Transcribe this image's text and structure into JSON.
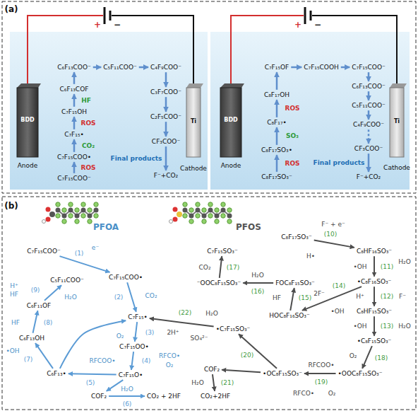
{
  "diagram": {
    "nodes": [
      {
        "text": [
          "C₇F₁₅COO⁻"
        ]
      },
      {
        "text": [
          "C₇F₁₅COO•"
        ]
      },
      {
        "text": [
          "C₇F₁₅•"
        ]
      },
      {
        "text": [
          "C₇F₁₅OH"
        ]
      },
      {
        "text": [
          "C₆F₁₃COF"
        ]
      },
      {
        "text": [
          "C₆F₁₃COO⁻"
        ]
      },
      {
        "text": [
          "C₅F₁₁COO⁻"
        ]
      },
      {
        "text": [
          "C₄F₉COO⁻"
        ]
      },
      {
        "text": [
          "C₃F₇COO⁻"
        ]
      },
      {
        "text": [
          "C₂F₅COO⁻"
        ]
      },
      {
        "text": [
          "CF₃COO⁻"
        ]
      },
      {
        "text": [
          "F⁻+CO₂"
        ]
      },
      {
        "text": [
          "C₈F₁₇SO₃⁻"
        ]
      },
      {
        "text": [
          "C₈F₁₇SO₃•"
        ]
      },
      {
        "text": [
          "C₈F₁₇•"
        ]
      },
      {
        "text": [
          "C₈F₁₇OH"
        ]
      },
      {
        "text": [
          "C₇F₁₅OF"
        ]
      },
      {
        "text": [
          "C₇F₁₅COOH"
        ]
      },
      {
        "text": [
          "C₇F₁₅COO⁻"
        ]
      },
      {
        "text": [
          "C₆F₁₃COO⁻"
        ]
      },
      {
        "text": [
          "C₅F₁₁COO⁻"
        ]
      },
      {
        "text": [
          "C₄F₉COO⁻"
        ]
      },
      {
        "text": [
          "CF₃COO⁻"
        ]
      },
      {
        "text": [
          "F⁻+CO₂"
        ]
      },
      {
        "text": [
          "C₇F₁₅COO⁻"
        ]
      },
      {
        "text": [
          "C₇F₁₅COO•"
        ]
      },
      {
        "text": [
          "C₇F₁₅•"
        ]
      },
      {
        "text": [
          "C₇F₁₅OO•"
        ]
      },
      {
        "text": [
          "C₇F₁₅O•"
        ]
      },
      {
        "text": [
          "C₆F₁₃•"
        ]
      },
      {
        "text": [
          "COF₂"
        ]
      },
      {
        "text": [
          "CO₂ + 2HF"
        ]
      },
      {
        "text": [
          "C₆F₁₃OH"
        ]
      },
      {
        "text": [
          "C₆F₁₁OF"
        ]
      },
      {
        "text": [
          "C₅F₁₁COO⁻"
        ]
      },
      {
        "text": [
          "C₈F₁₇SO₃⁻"
        ]
      },
      {
        "text": [
          "C₈HF₁₆SO₃⁻"
        ]
      },
      {
        "text": [
          "•C₈F₁₆SO₃⁻"
        ]
      },
      {
        "text": [
          "C₈HF₁₅SO₃⁻"
        ]
      },
      {
        "text": [
          "•C₈F₁₅SO₃⁻"
        ]
      },
      {
        "text": [
          "•OOC₈F₁₅SO₃⁻"
        ]
      },
      {
        "text": [
          "•OC₈F₁₅SO₃⁻"
        ]
      },
      {
        "text": [
          "•C₇F₁₅SO₃⁻"
        ]
      },
      {
        "text": [
          "COF₂"
        ]
      },
      {
        "text": [
          "CO₂+2HF"
        ]
      },
      {
        "text": [
          "HOC₈F₁₆SO₃⁻"
        ]
      },
      {
        "text": [
          "FOC₈F₁₅SO₃⁻"
        ]
      },
      {
        "text": [
          "⁻OOC₈F₁₅SO₃⁻"
        ]
      },
      {
        "text": [
          "C₇F₁₅SO₃⁻"
        ]
      }
    ],
    "edges": [
      {
        "from": 0,
        "to": 1,
        "arrow": "to",
        "label": "ROS"
      },
      {
        "from": 1,
        "to": 2,
        "arrow": "to",
        "label": "CO₂"
      },
      {
        "from": 2,
        "to": 3,
        "arrow": "to",
        "label": "ROS"
      },
      {
        "from": 3,
        "to": 4,
        "arrow": "to",
        "label": "HF"
      },
      {
        "from": 4,
        "to": 5,
        "arrow": "to"
      },
      {
        "from": 5,
        "to": 6,
        "arrow": "to"
      },
      {
        "from": 6,
        "to": 7,
        "arrow": "to"
      },
      {
        "from": 7,
        "to": 8,
        "arrow": "to"
      },
      {
        "from": 8,
        "to": 9,
        "arrow": "to"
      },
      {
        "from": 9,
        "to": 10,
        "arrow": "to"
      },
      {
        "from": 10,
        "to": 11,
        "arrow": "to",
        "label": "Final products"
      },
      {
        "from": 12,
        "to": 13,
        "arrow": "to",
        "label": "ROS"
      },
      {
        "from": 13,
        "to": 14,
        "arrow": "to",
        "label": "SO₃"
      },
      {
        "from": 14,
        "to": 15,
        "arrow": "to",
        "label": "ROS"
      },
      {
        "from": 15,
        "to": 16,
        "arrow": "to"
      },
      {
        "from": 16,
        "to": 17,
        "arrow": "to"
      },
      {
        "from": 17,
        "to": 18,
        "arrow": "to"
      },
      {
        "from": 18,
        "to": 19,
        "arrow": "to"
      },
      {
        "from": 19,
        "to": 20,
        "arrow": "to"
      },
      {
        "from": 20,
        "to": 21,
        "arrow": "to"
      },
      {
        "from": 21,
        "to": 22,
        "arrow": "to"
      },
      {
        "from": 22,
        "to": 23,
        "arrow": "to",
        "label": "Final products"
      },
      {
        "from": 24,
        "to": 25,
        "arrow": "to",
        "label": "(1)"
      },
      {
        "from": 25,
        "to": 26,
        "arrow": "to",
        "label": "(2)"
      },
      {
        "from": 26,
        "to": 27,
        "arrow": "to",
        "label": "(3)"
      },
      {
        "from": 27,
        "to": 28,
        "arrow": "to",
        "label": "(4)"
      },
      {
        "from": 28,
        "to": 29,
        "arrow": "to",
        "label": "(5)"
      },
      {
        "from": 28,
        "to": 30,
        "arrow": "to"
      },
      {
        "from": 30,
        "to": 31,
        "arrow": "to",
        "label": "(6)"
      },
      {
        "from": 29,
        "to": 32,
        "arrow": "to",
        "label": "(7)"
      },
      {
        "from": 32,
        "to": 33,
        "arrow": "to",
        "label": "(8)"
      },
      {
        "from": 33,
        "to": 34,
        "arrow": "to",
        "label": "(9)"
      },
      {
        "from": 29,
        "to": 26,
        "arrow": "to"
      },
      {
        "from": 35,
        "to": 36,
        "arrow": "to",
        "label": "(10)"
      },
      {
        "from": 36,
        "to": 37,
        "arrow": "to",
        "label": "(11)"
      },
      {
        "from": 37,
        "to": 38,
        "arrow": "to",
        "label": "(12)"
      },
      {
        "from": 38,
        "to": 39,
        "arrow": "to",
        "label": "(13)"
      },
      {
        "from": 37,
        "to": 45,
        "arrow": "to",
        "label": "(14)"
      },
      {
        "from": 45,
        "to": 46,
        "arrow": "to",
        "label": "(15)"
      },
      {
        "from": 46,
        "to": 47,
        "arrow": "to",
        "label": "(16)"
      },
      {
        "from": 47,
        "to": 48,
        "arrow": "to",
        "label": "(17)"
      },
      {
        "from": 39,
        "to": 40,
        "arrow": "to",
        "label": "(18)"
      },
      {
        "from": 40,
        "to": 41,
        "arrow": "to",
        "label": "(19)"
      },
      {
        "from": 41,
        "to": 42,
        "arrow": "to",
        "label": "(20)"
      },
      {
        "from": 41,
        "to": 43,
        "arrow": "to"
      },
      {
        "from": 43,
        "to": 44,
        "arrow": "to",
        "label": "(21)"
      },
      {
        "from": 42,
        "to": 26,
        "arrow": "to",
        "label": "(22)"
      }
    ],
    "labels": [
      "(a)",
      "+",
      "−",
      "BDD",
      "Anode",
      "Ti",
      "Cathode",
      "+",
      "−",
      "BDD",
      "Anode",
      "Ti",
      "Cathode",
      "(b)",
      "PFOA",
      "PFOS",
      "e⁻",
      "CO₂",
      "O₂",
      "RFCOO•",
      "RFCO•",
      "O₂",
      "•OH",
      "HF",
      "H₂O",
      "H⁺",
      "HF",
      "H₂O",
      "F⁻ + e⁻",
      "H•",
      "•OH",
      "H₂O",
      "H⁺",
      "F⁻",
      "•OH",
      "H₂O",
      "•OH",
      "2F⁻",
      "HF",
      "H₂O",
      "CO₂",
      "O₂",
      "RFCOO•",
      "RFCO•",
      "O₂",
      "H₂O",
      "2H⁺",
      "SO₄²⁻",
      "H₂O"
    ]
  }
}
